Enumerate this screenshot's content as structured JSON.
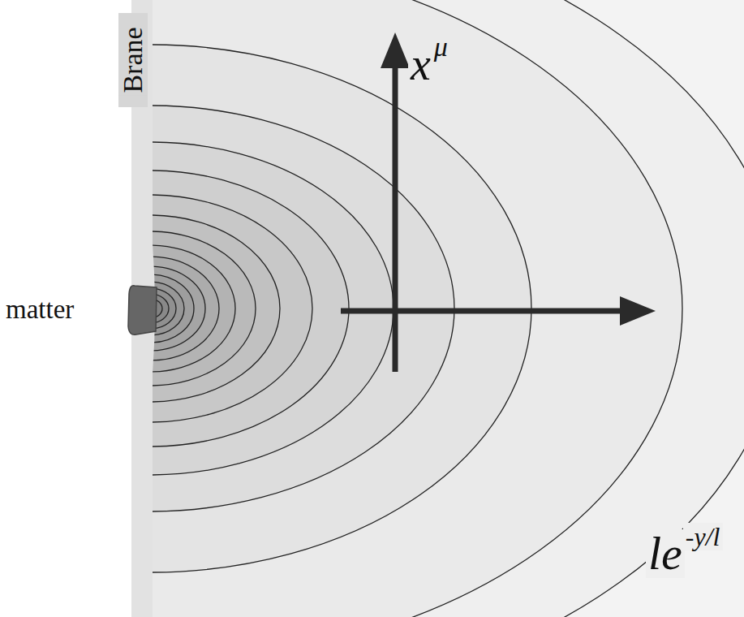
{
  "diagram": {
    "labels": [
      "Brane",
      "matter",
      "x",
      "μ",
      "le",
      "-y/l"
    ]
  }
}
